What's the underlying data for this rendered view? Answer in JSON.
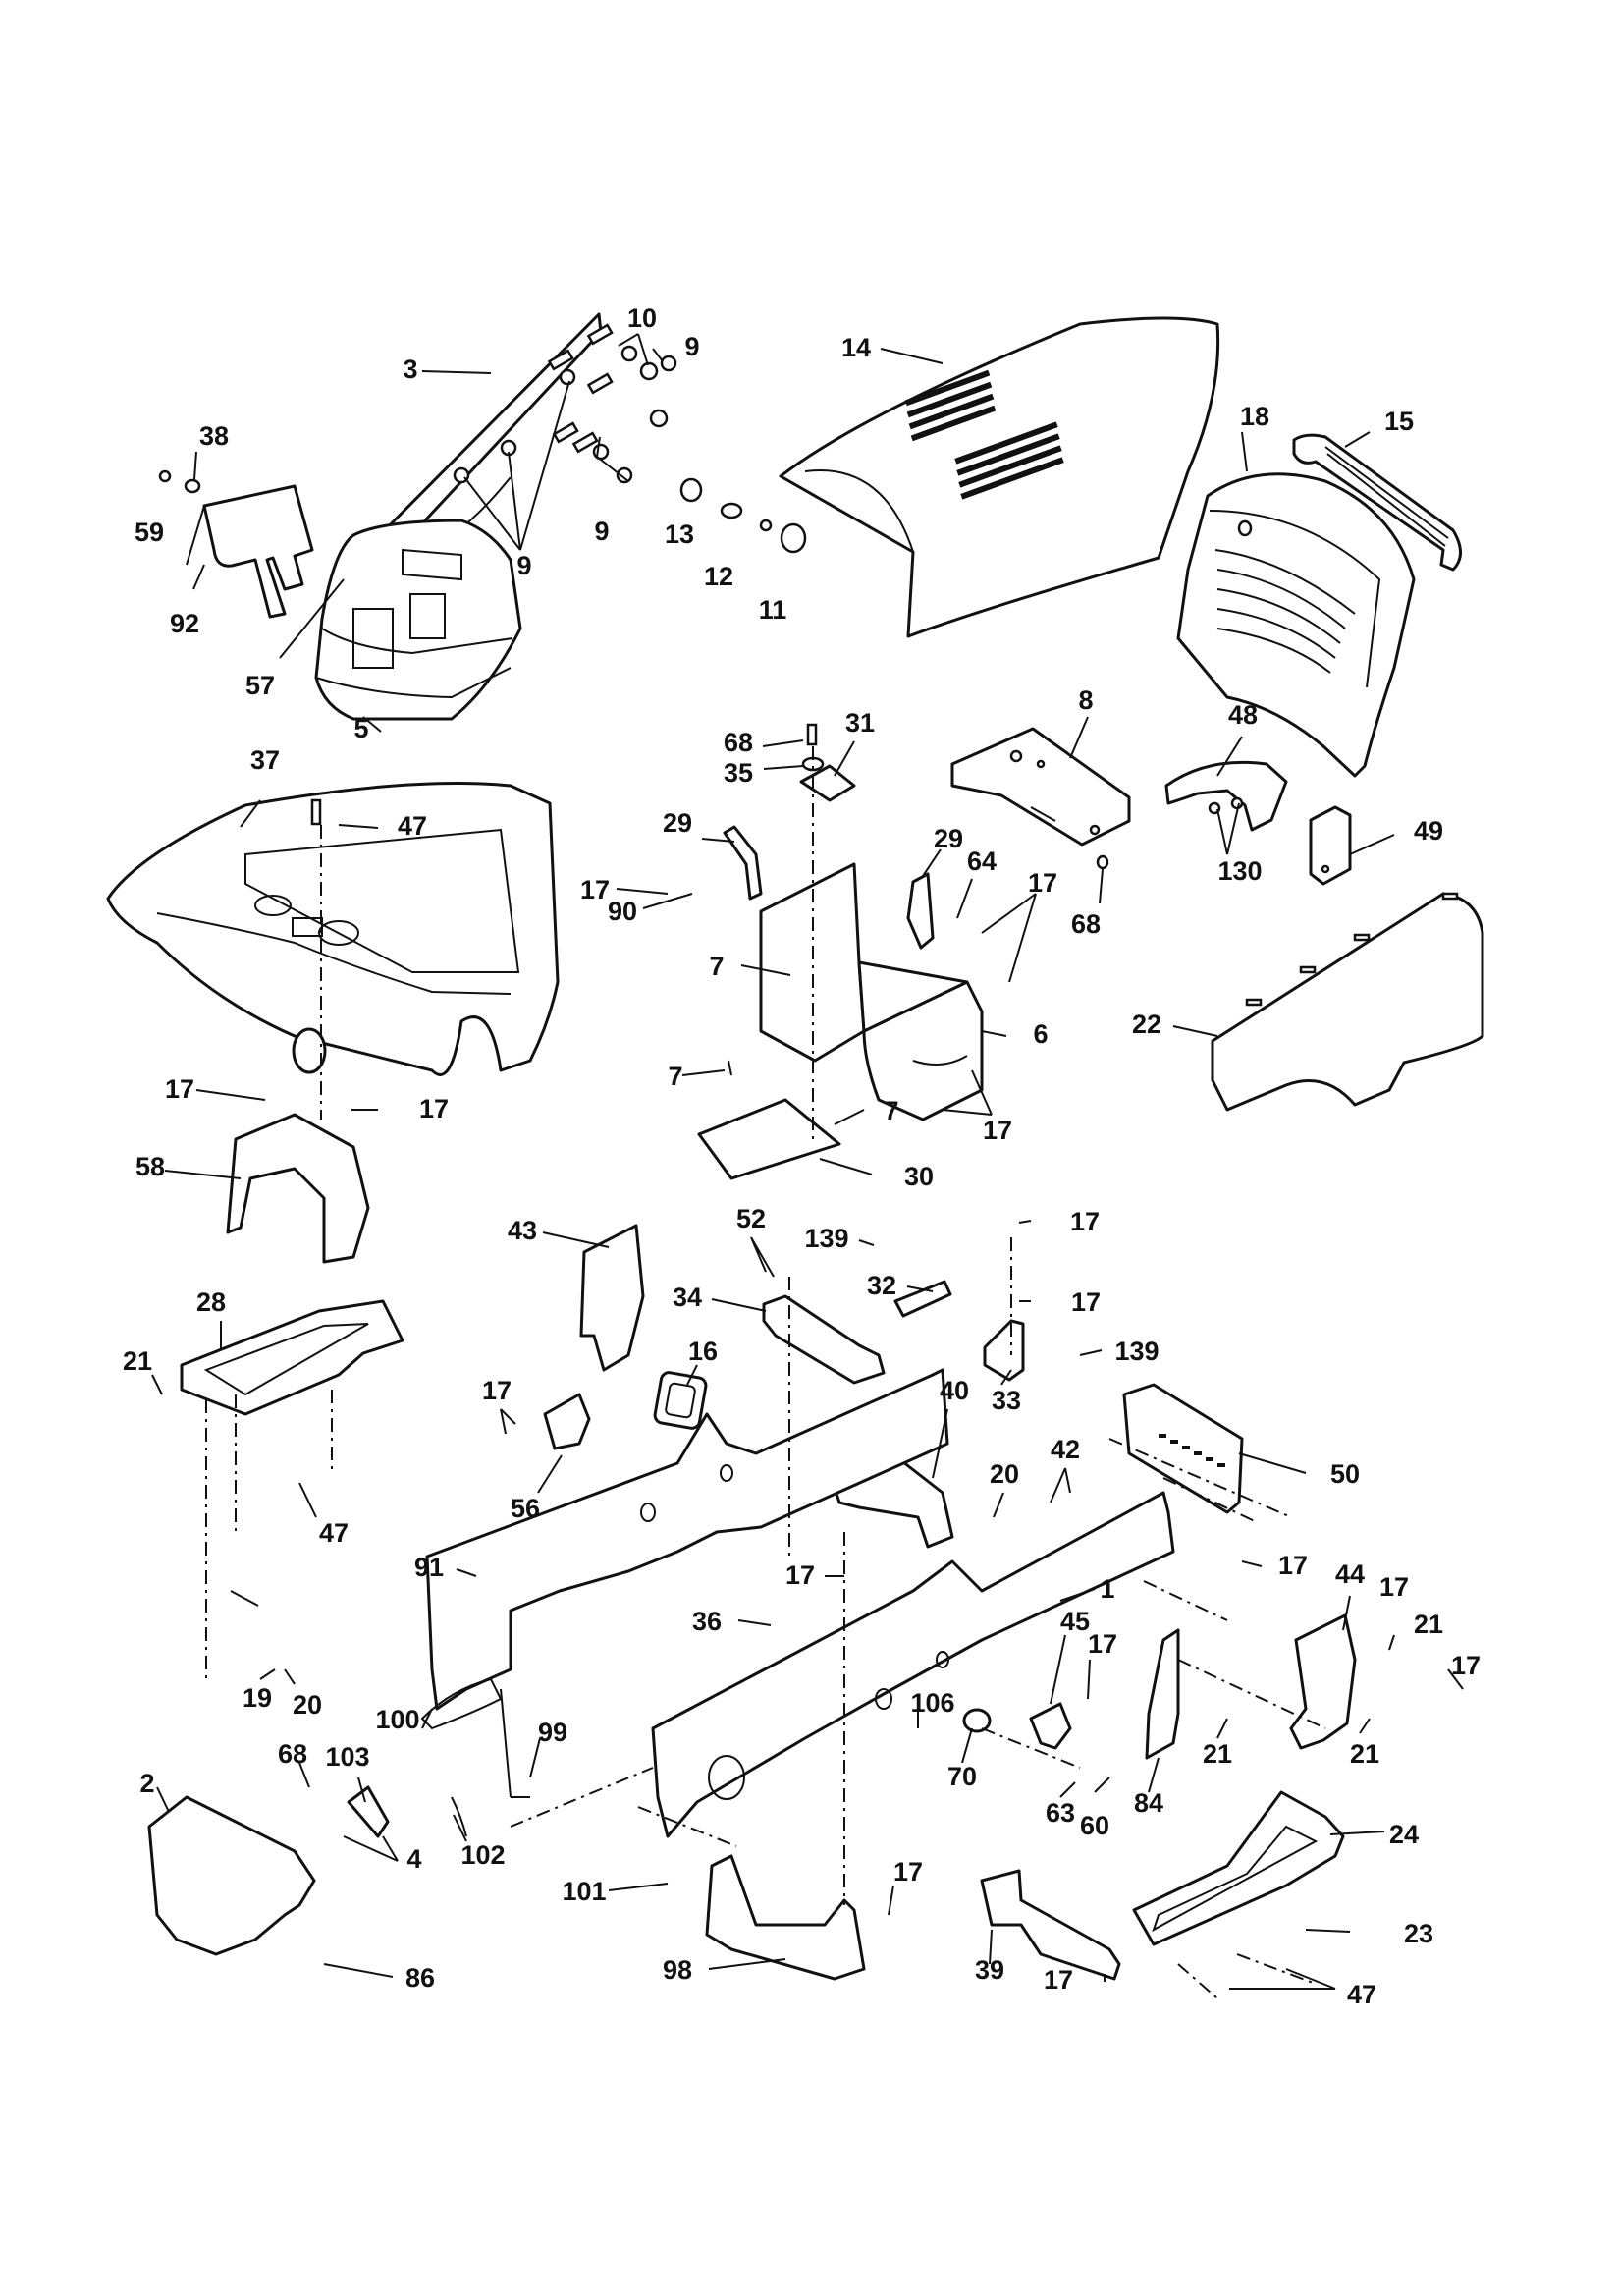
{
  "diagram": {
    "callouts": [
      {
        "label": "10"
      },
      {
        "label": "9"
      },
      {
        "label": "3"
      },
      {
        "label": "14"
      },
      {
        "label": "18"
      },
      {
        "label": "15"
      },
      {
        "label": "38"
      },
      {
        "label": "59"
      },
      {
        "label": "13"
      },
      {
        "label": "12"
      },
      {
        "label": "11"
      },
      {
        "label": "9"
      },
      {
        "label": "9"
      },
      {
        "label": "92"
      },
      {
        "label": "57"
      },
      {
        "label": "5"
      },
      {
        "label": "68"
      },
      {
        "label": "31"
      },
      {
        "label": "8"
      },
      {
        "label": "48"
      },
      {
        "label": "35"
      },
      {
        "label": "37"
      },
      {
        "label": "47"
      },
      {
        "label": "29"
      },
      {
        "label": "29"
      },
      {
        "label": "64"
      },
      {
        "label": "17"
      },
      {
        "label": "130"
      },
      {
        "label": "49"
      },
      {
        "label": "17"
      },
      {
        "label": "90"
      },
      {
        "label": "68"
      },
      {
        "label": "7"
      },
      {
        "label": "22"
      },
      {
        "label": "6"
      },
      {
        "label": "7"
      },
      {
        "label": "17"
      },
      {
        "label": "17"
      },
      {
        "label": "7"
      },
      {
        "label": "17"
      },
      {
        "label": "58"
      },
      {
        "label": "30"
      },
      {
        "label": "43"
      },
      {
        "label": "52"
      },
      {
        "label": "17"
      },
      {
        "label": "139"
      },
      {
        "label": "32"
      },
      {
        "label": "17"
      },
      {
        "label": "28"
      },
      {
        "label": "34"
      },
      {
        "label": "139"
      },
      {
        "label": "33"
      },
      {
        "label": "21"
      },
      {
        "label": "17"
      },
      {
        "label": "16"
      },
      {
        "label": "50"
      },
      {
        "label": "42"
      },
      {
        "label": "40"
      },
      {
        "label": "20"
      },
      {
        "label": "56"
      },
      {
        "label": "47"
      },
      {
        "label": "91"
      },
      {
        "label": "17"
      },
      {
        "label": "17"
      },
      {
        "label": "1"
      },
      {
        "label": "44"
      },
      {
        "label": "17"
      },
      {
        "label": "36"
      },
      {
        "label": "21"
      },
      {
        "label": "17"
      },
      {
        "label": "45"
      },
      {
        "label": "17"
      },
      {
        "label": "19"
      },
      {
        "label": "20"
      },
      {
        "label": "100"
      },
      {
        "label": "106"
      },
      {
        "label": "21"
      },
      {
        "label": "21"
      },
      {
        "label": "99"
      },
      {
        "label": "70"
      },
      {
        "label": "68"
      },
      {
        "label": "103"
      },
      {
        "label": "63"
      },
      {
        "label": "60"
      },
      {
        "label": "84"
      },
      {
        "label": "2"
      },
      {
        "label": "102"
      },
      {
        "label": "24"
      },
      {
        "label": "4"
      },
      {
        "label": "17"
      },
      {
        "label": "101"
      },
      {
        "label": "23"
      },
      {
        "label": "86"
      },
      {
        "label": "98"
      },
      {
        "label": "39"
      },
      {
        "label": "17"
      },
      {
        "label": "47"
      }
    ]
  },
  "colors": {
    "ink": "#111111",
    "paper": "#ffffff"
  }
}
